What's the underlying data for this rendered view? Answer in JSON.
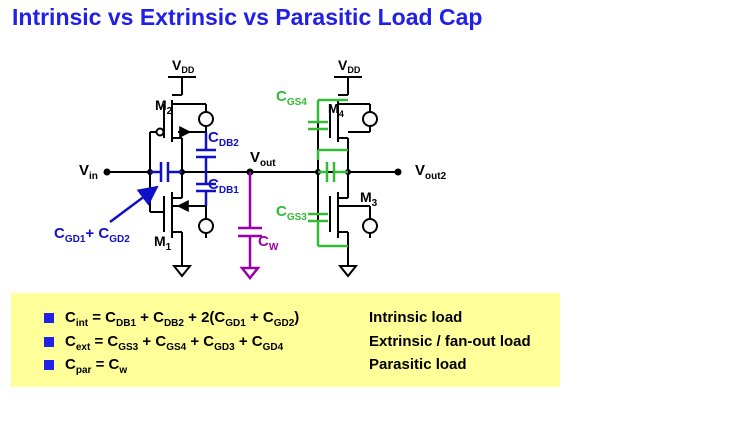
{
  "title": "Intrinsic vs Extrinsic vs Parasitic Load Cap",
  "colors": {
    "title": "#2020e8",
    "circuit": "#000000",
    "device_cap": "#1010c8",
    "wire_cap": "#9900aa",
    "load_cap": "#33bb33",
    "box": "#ffff99",
    "bullet": "#2020e8"
  },
  "labels": {
    "vdd": {
      "main": "V",
      "sub": "DD"
    },
    "m2": {
      "main": "M",
      "sub": "2"
    },
    "m1": {
      "main": "M",
      "sub": "1"
    },
    "m4": {
      "main": "M",
      "sub": "4"
    },
    "m3": {
      "main": "M",
      "sub": "3"
    },
    "vin": {
      "main": "V",
      "sub": "in"
    },
    "vout": {
      "main": "V",
      "sub": "out"
    },
    "vout2": {
      "main": "V",
      "sub": "out2"
    },
    "cdb2": {
      "main": "C",
      "sub": "DB2"
    },
    "cdb1": {
      "main": "C",
      "sub": "DB1"
    },
    "cw": {
      "main": "C",
      "sub": "W"
    },
    "cgs4": {
      "main": "C",
      "sub": "GS4"
    },
    "cgs3": {
      "main": "C",
      "sub": "GS3"
    },
    "cgd": {
      "c1": "C",
      "sub1": "GD1",
      "plus": "+ ",
      "c2": "C",
      "sub2": "GD2"
    }
  },
  "equations": [
    {
      "parts": [
        {
          "t": "C"
        },
        {
          "s": "int"
        },
        {
          "t": " = C"
        },
        {
          "s": "DB1"
        },
        {
          "t": " + C"
        },
        {
          "s": "DB2"
        },
        {
          "t": " + 2(C"
        },
        {
          "s": "GD1"
        },
        {
          "t": " + C"
        },
        {
          "s": "GD2"
        },
        {
          "t": ")"
        }
      ],
      "description": "Intrinsic load"
    },
    {
      "parts": [
        {
          "t": "C"
        },
        {
          "s": "ext"
        },
        {
          "t": " = C"
        },
        {
          "s": "GS3"
        },
        {
          "t": " + C"
        },
        {
          "s": "GS4"
        },
        {
          "t": " + C"
        },
        {
          "s": "GD3"
        },
        {
          "t": " + C"
        },
        {
          "s": "GD4"
        }
      ],
      "description": "Extrinsic / fan-out load"
    },
    {
      "parts": [
        {
          "t": "C"
        },
        {
          "s": "par"
        },
        {
          "t": " = C"
        },
        {
          "s": "w"
        }
      ],
      "description": "Parasitic load"
    }
  ]
}
